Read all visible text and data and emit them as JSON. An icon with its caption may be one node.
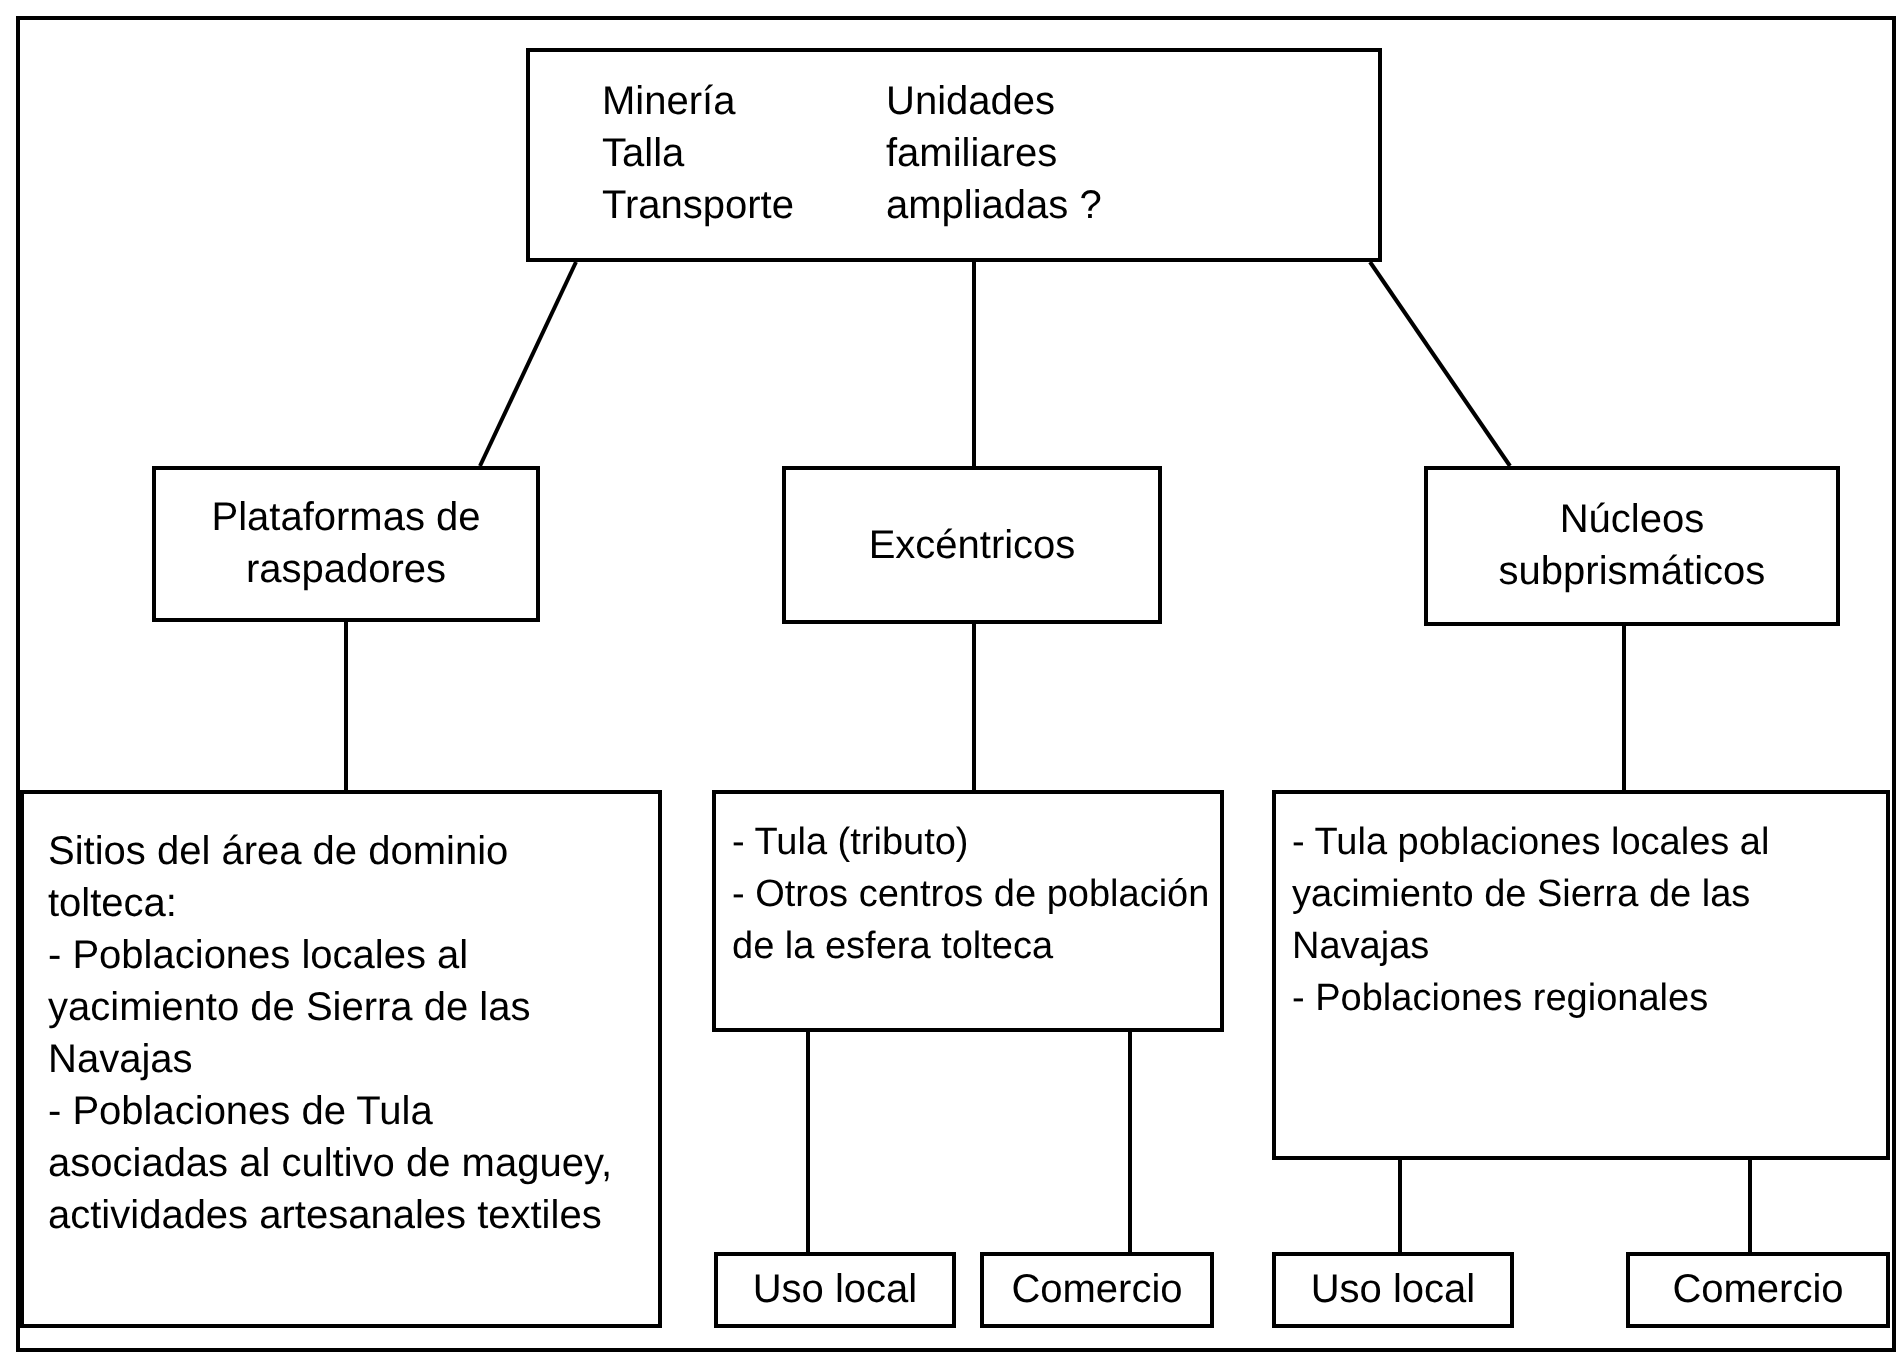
{
  "diagram": {
    "nodes": [
      {
        "text": [
          "Minería Talla Transporte",
          "Unidades familiares ampliadas ?"
        ]
      },
      {
        "text": [
          "Plataformas de raspadores"
        ]
      },
      {
        "text": [
          "Excéntricos"
        ]
      },
      {
        "text": [
          "Núcleos subprismáticos"
        ]
      },
      {
        "text": [
          "Sitios del área de dominio tolteca:",
          "- Poblaciones locales al yacimiento de Sierra de las Navajas",
          "- Poblaciones de Tula asociadas al cultivo de maguey, actividades artesanales textiles"
        ]
      },
      {
        "text": [
          "- Tula (tributo)",
          "- Otros centros de población de la esfera tolteca"
        ]
      },
      {
        "text": [
          "- Tula poblaciones locales al yacimiento de Sierra de las Navajas",
          "- Poblaciones regionales"
        ]
      },
      {
        "text": [
          "Uso local"
        ]
      },
      {
        "text": [
          "Comercio"
        ]
      },
      {
        "text": [
          "Uso local"
        ]
      },
      {
        "text": [
          "Comercio"
        ]
      }
    ],
    "edges": [
      {
        "from": 0,
        "to": 1,
        "arrow": "none"
      },
      {
        "from": 0,
        "to": 2,
        "arrow": "none"
      },
      {
        "from": 0,
        "to": 3,
        "arrow": "none"
      },
      {
        "from": 1,
        "to": 4,
        "arrow": "none"
      },
      {
        "from": 2,
        "to": 5,
        "arrow": "none"
      },
      {
        "from": 3,
        "to": 6,
        "arrow": "none"
      },
      {
        "from": 5,
        "to": 7,
        "arrow": "none"
      },
      {
        "from": 5,
        "to": 8,
        "arrow": "none"
      },
      {
        "from": 6,
        "to": 9,
        "arrow": "none"
      },
      {
        "from": 6,
        "to": 10,
        "arrow": "none"
      }
    ]
  }
}
